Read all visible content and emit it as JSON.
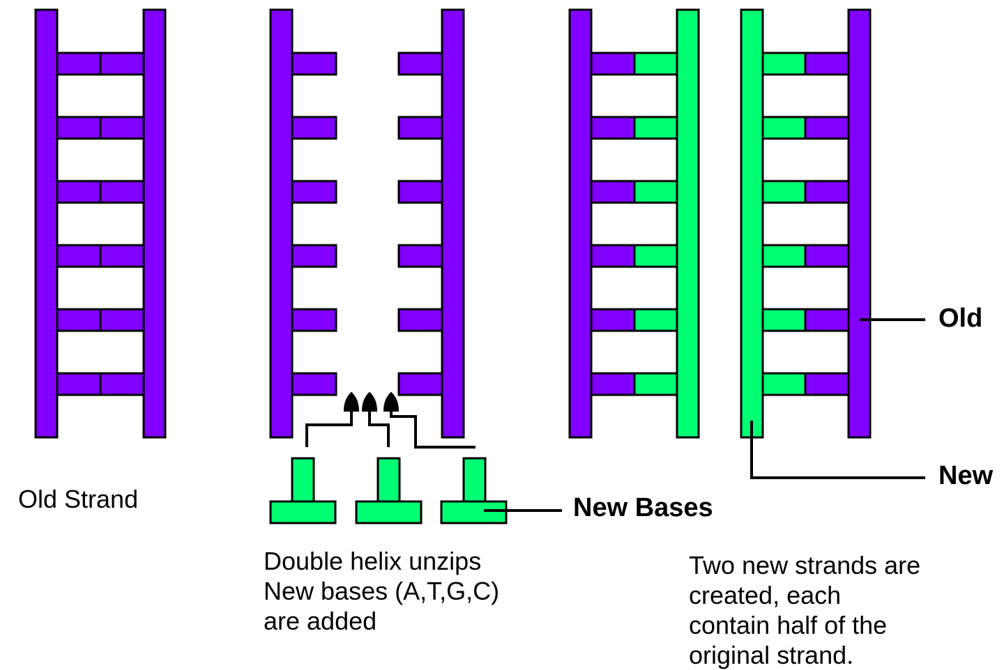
{
  "colors": {
    "old": "#8100ff",
    "new": "#00ff72",
    "outline": "#000000"
  },
  "labels": {
    "old_strand": "Old Strand",
    "new_bases": "New Bases",
    "old": "Old",
    "new": "New"
  },
  "captions": {
    "unzip": [
      "Double helix unzips",
      "New bases (A,T,G,C)",
      "are added"
    ],
    "result": [
      "Two new strands are",
      "created, each",
      "contain half of the",
      "original strand."
    ]
  }
}
